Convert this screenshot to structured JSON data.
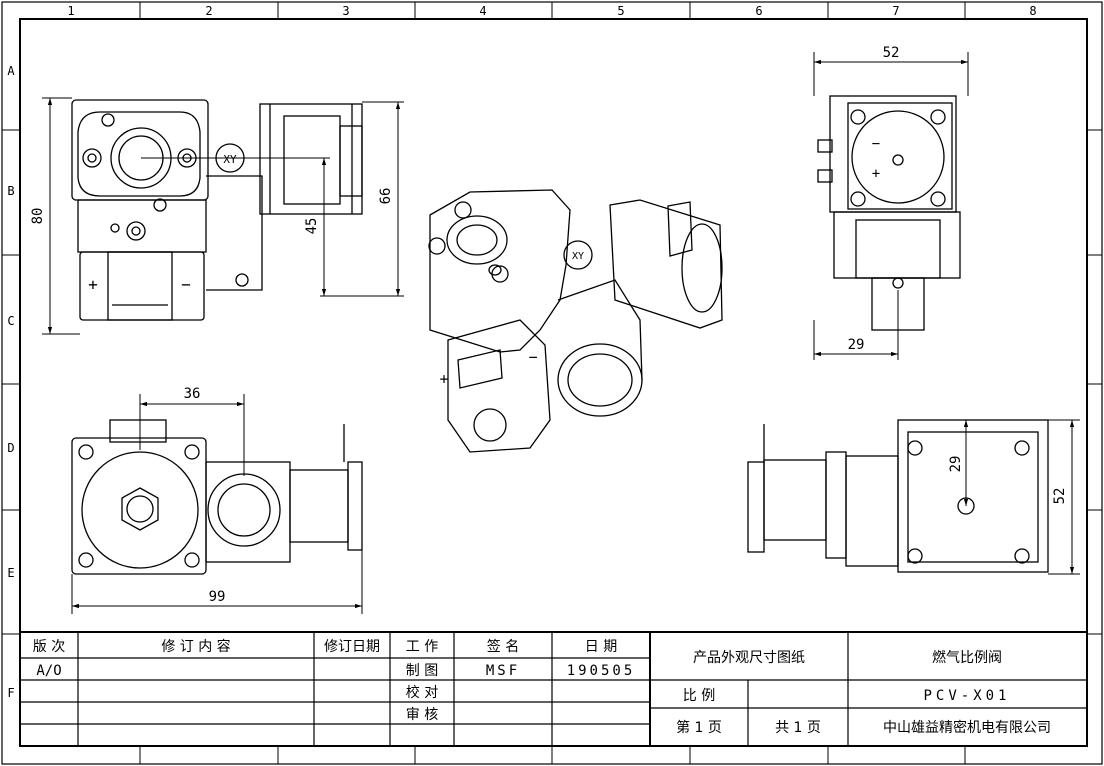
{
  "border": {
    "top_zones": [
      "1",
      "2",
      "3",
      "4",
      "5",
      "6",
      "7",
      "8"
    ],
    "bottom_zones": [
      "",
      "",
      "",
      "",
      "",
      "",
      "",
      ""
    ],
    "left_zones": [
      "A",
      "B",
      "C",
      "D",
      "E",
      "F"
    ]
  },
  "dimensions": {
    "front_height": "80",
    "front_coil_height": "66",
    "front_center_height": "45",
    "top_width": "52",
    "right_offset": "29",
    "bottom_offset": "36",
    "bottom_length": "99",
    "rear_offset": "29",
    "rear_height": "52"
  },
  "marks": {
    "front_logo": "XY",
    "iso_logo": "XY",
    "plus": "+",
    "minus": "−"
  },
  "title_block": {
    "headers": {
      "version": "版 次",
      "revision_content": "修 订 内 容",
      "revision_date": "修订日期",
      "work": "工 作",
      "signature": "签 名",
      "date": "日 期"
    },
    "rows": [
      {
        "version": "A/O",
        "content": "",
        "rev_date": "",
        "work": "制 图",
        "signature": "MSF",
        "date": "190505"
      },
      {
        "version": "",
        "content": "",
        "rev_date": "",
        "work": "校 对",
        "signature": "",
        "date": ""
      },
      {
        "version": "",
        "content": "",
        "rev_date": "",
        "work": "审 核",
        "signature": "",
        "date": ""
      }
    ],
    "drawing_title": "产品外观尺寸图纸",
    "product_name": "燃气比例阀",
    "scale_label": "比 例",
    "scale_value": "",
    "part_number": "PCV-X01",
    "page_label": "第 1 页",
    "total_label": "共 1 页",
    "company": "中山雄益精密机电有限公司"
  }
}
